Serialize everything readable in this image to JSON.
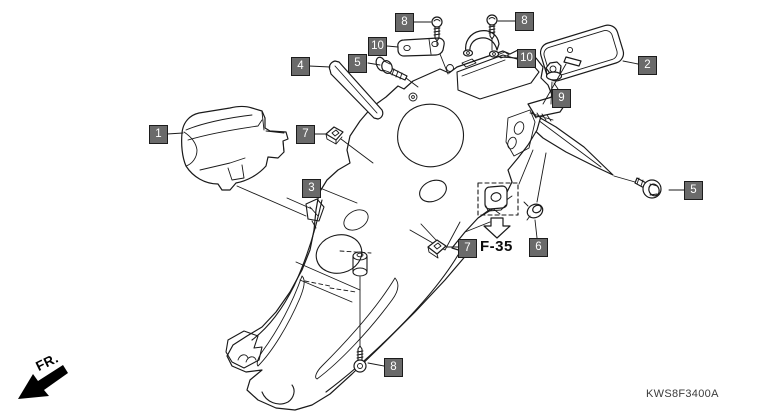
{
  "diagram": {
    "part_code": "KWS8F3400A",
    "direction_label": "FR.",
    "reference_label": "F-35",
    "callouts": [
      {
        "label": "1"
      },
      {
        "label": "2"
      },
      {
        "label": "3"
      },
      {
        "label": "4"
      },
      {
        "label": "5"
      },
      {
        "label": "5"
      },
      {
        "label": "6"
      },
      {
        "label": "7"
      },
      {
        "label": "7"
      },
      {
        "label": "8"
      },
      {
        "label": "8"
      },
      {
        "label": "8"
      },
      {
        "label": "9"
      },
      {
        "label": "10"
      },
      {
        "label": "10"
      }
    ],
    "colors": {
      "callout_background": "#6a6a6a",
      "callout_border": "#1c1c1c",
      "callout_text": "#ffffff",
      "line_color": "#1a1a1a",
      "background": "#ffffff"
    }
  }
}
